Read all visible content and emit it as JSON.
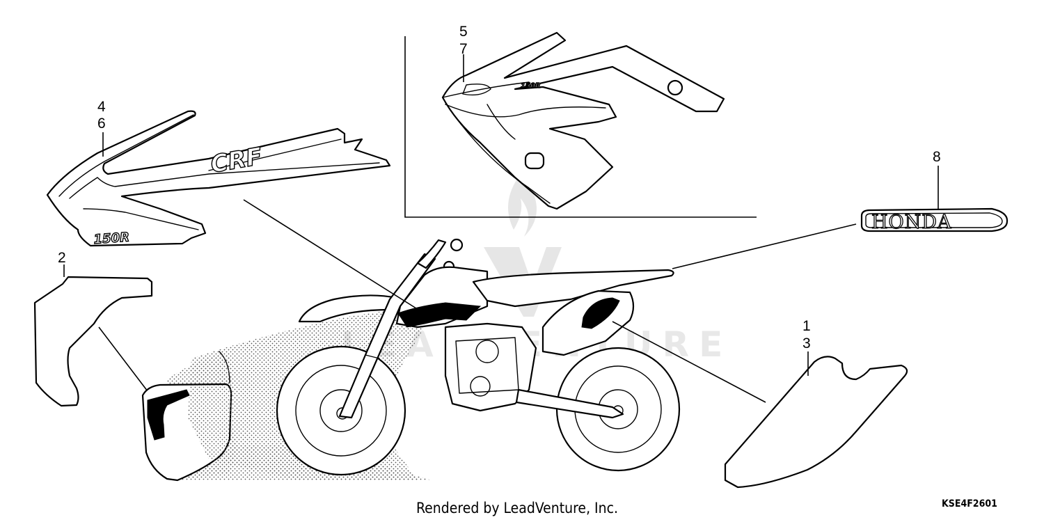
{
  "parts": {
    "label_1": "1",
    "label_2": "2",
    "label_3": "3",
    "label_4": "4",
    "label_5": "5",
    "label_6": "6",
    "label_7": "7",
    "label_8": "8"
  },
  "emblem": {
    "text": "HONDA"
  },
  "stripe_logos": {
    "brand": "CRF",
    "model": "150R"
  },
  "watermark": {
    "text": "LEADVENTURE"
  },
  "footer": {
    "rendered_by": "Rendered by LeadVenture, Inc.",
    "diagram_code": "KSE4F2601"
  }
}
